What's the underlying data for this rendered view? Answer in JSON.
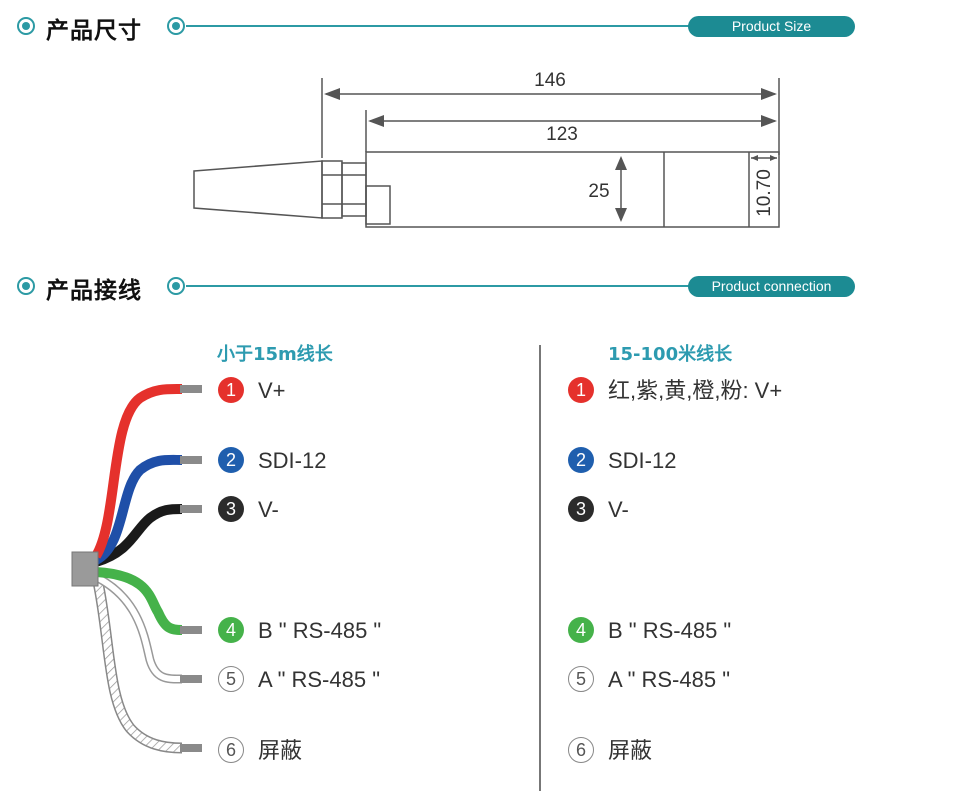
{
  "size_section": {
    "title": "产品尺寸",
    "pill": "Product  Size"
  },
  "connection_section": {
    "title": "产品接线",
    "pill": "Product connection"
  },
  "dimensions": {
    "overall_length": "146",
    "body_length": "123",
    "diameter": "25",
    "cap_length": "10.70"
  },
  "left_column": {
    "heading": "小于15m线长",
    "wires": [
      {
        "num": "1",
        "label": "V+",
        "color": "#e5312c"
      },
      {
        "num": "2",
        "label": "SDI-12",
        "color": "#1f5fae"
      },
      {
        "num": "3",
        "label": "V-",
        "color": "#2b2b2b"
      },
      {
        "num": "4",
        "label": "B \" RS-485 \"",
        "color": "#45b24a"
      },
      {
        "num": "5",
        "label": "A \" RS-485 \"",
        "color": "#ffffff"
      },
      {
        "num": "6",
        "label": "屏蔽",
        "color": "#ffffff"
      }
    ]
  },
  "right_column": {
    "heading": "15-100米线长",
    "wires": [
      {
        "num": "1",
        "label": "红,紫,黄,橙,粉: V+",
        "color": "#e5312c"
      },
      {
        "num": "2",
        "label": "SDI-12",
        "color": "#1f5fae"
      },
      {
        "num": "3",
        "label": "V-",
        "color": "#2b2b2b"
      },
      {
        "num": "4",
        "label": "B \" RS-485 \"",
        "color": "#45b24a"
      },
      {
        "num": "5",
        "label": "A \" RS-485 \"",
        "color": "#ffffff"
      },
      {
        "num": "6",
        "label": "屏蔽",
        "color": "#ffffff"
      }
    ]
  }
}
